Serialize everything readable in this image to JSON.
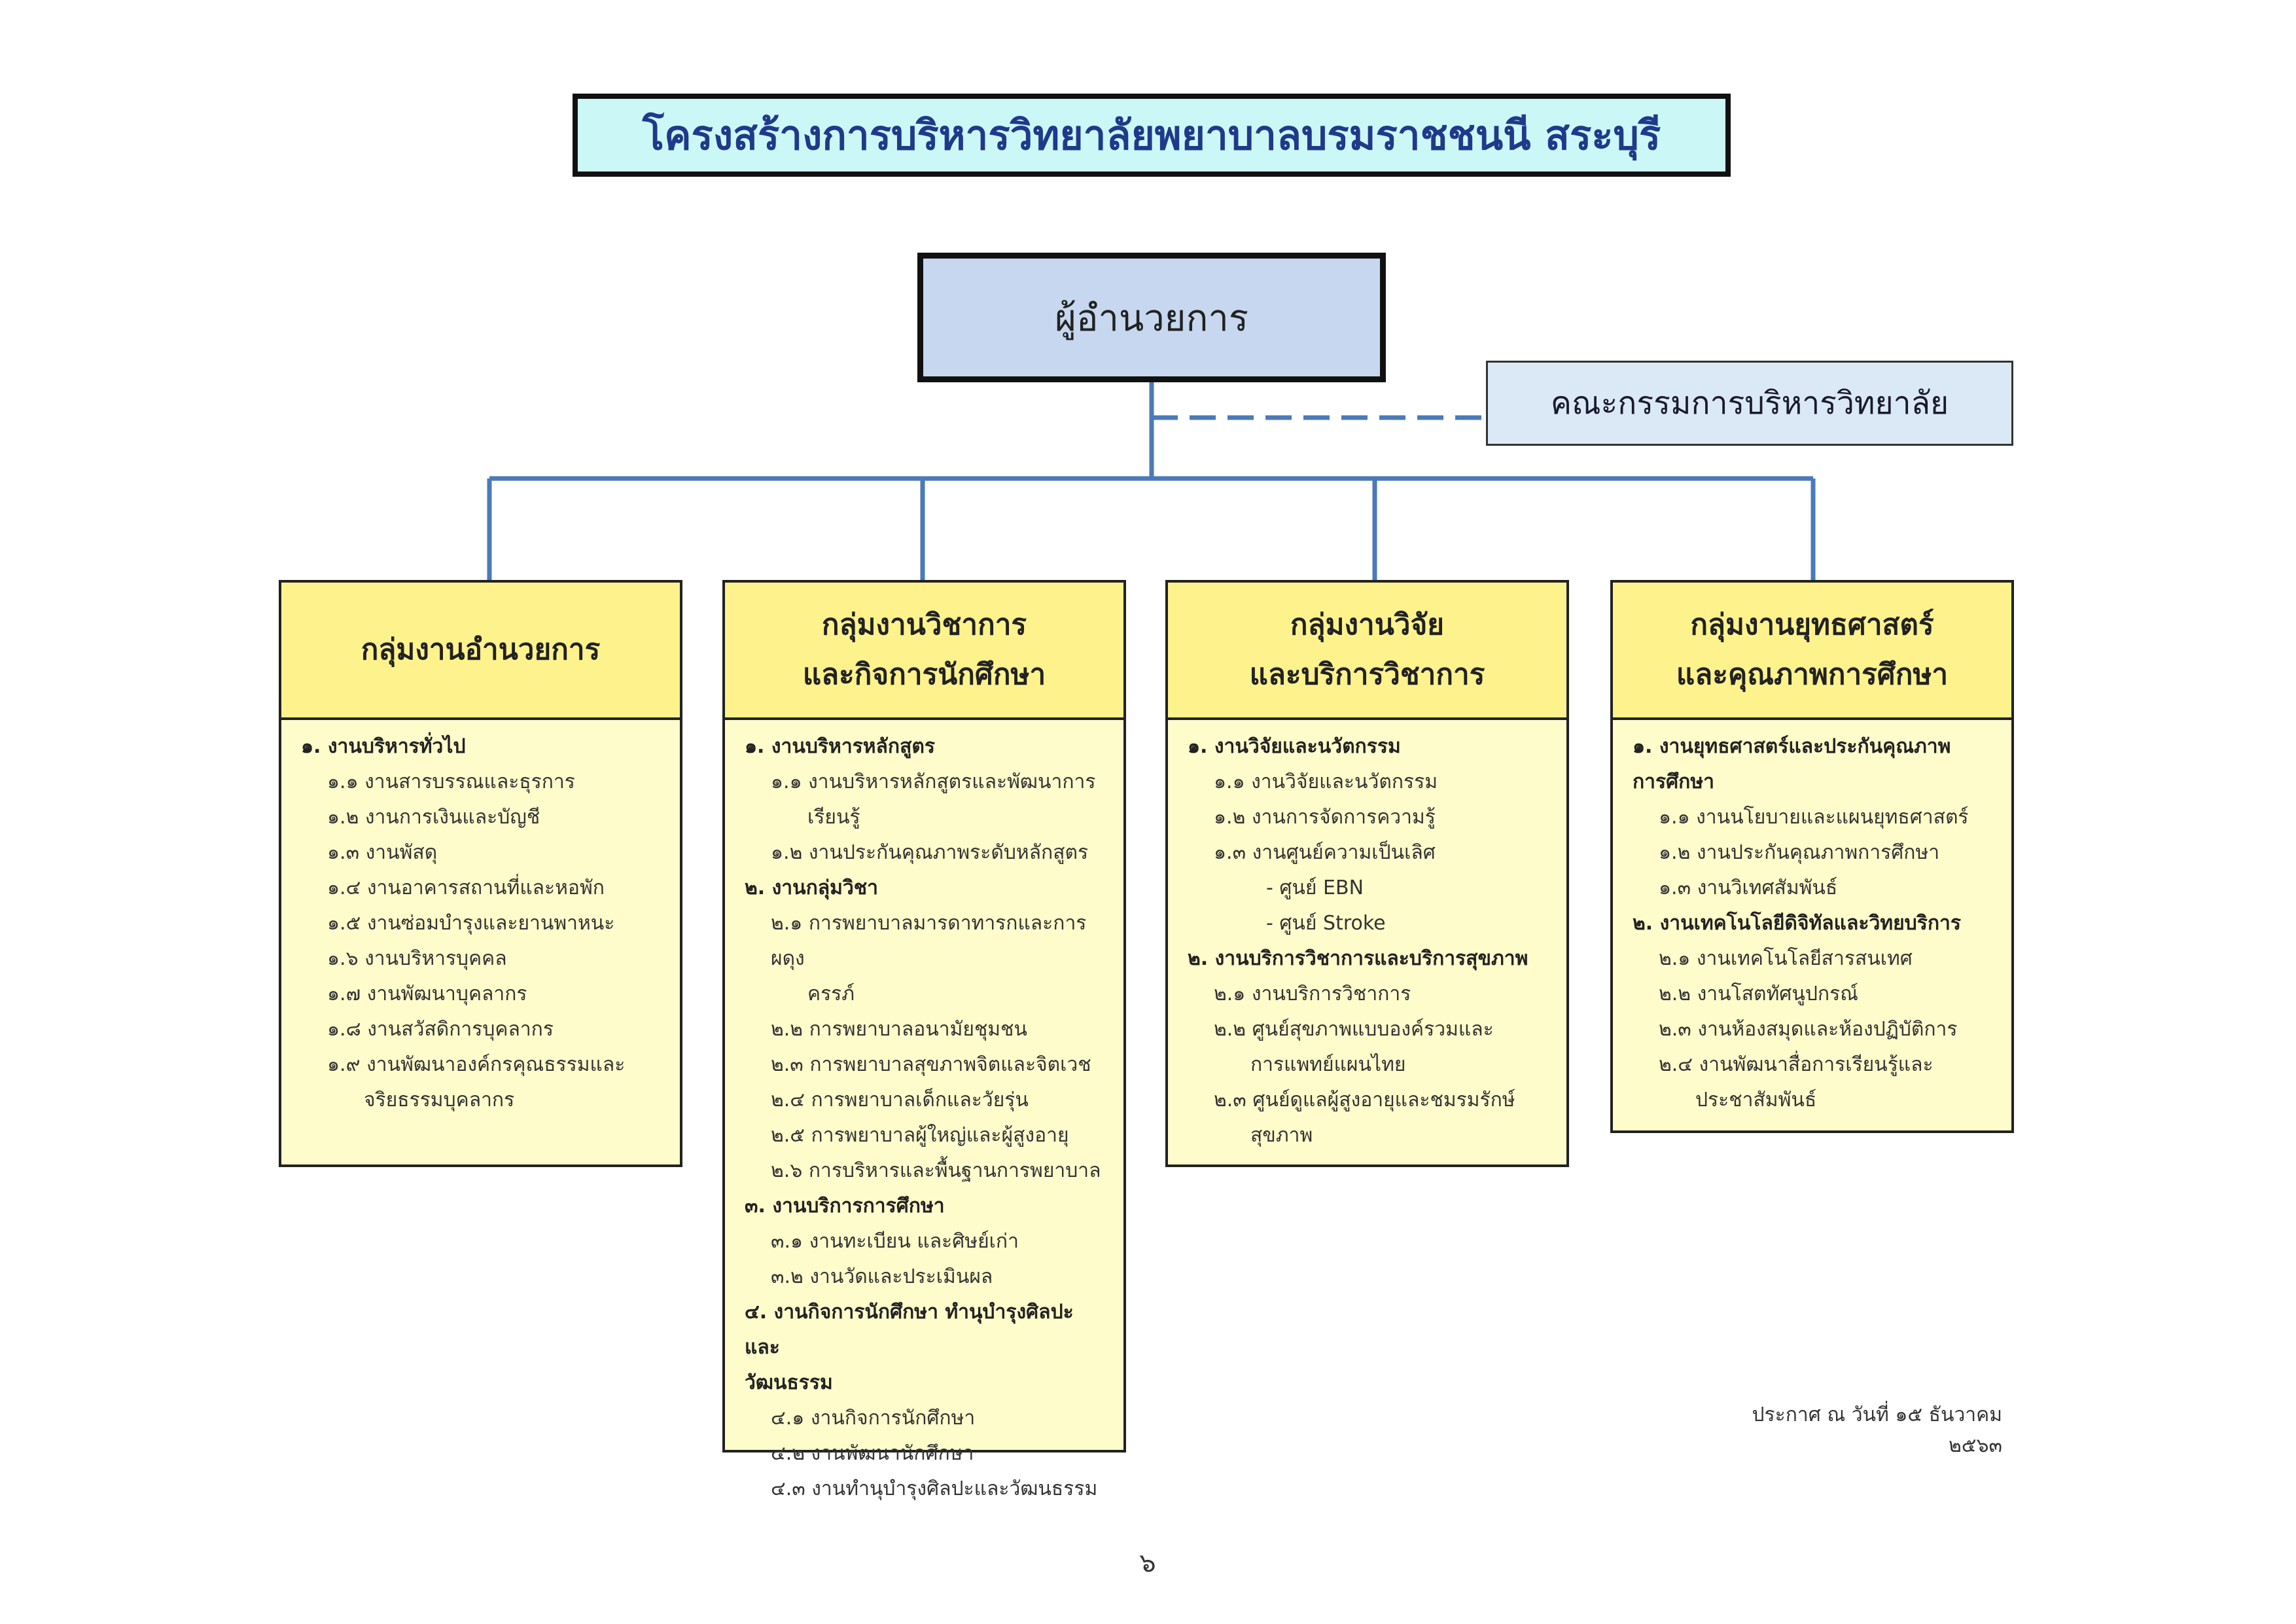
{
  "title": "โครงสร้างการบริหารวิทยาลัยพยาบาลบรมราชชนนี สระบุรี",
  "director": "ผู้อำนวยการ",
  "committee": "คณะกรรมการบริหารวิทยาลัย",
  "groups": [
    {
      "heading": [
        "กลุ่มงานอำนวยการ"
      ],
      "items": [
        {
          "level": 1,
          "text": "๑. งานบริหารทั่วไป"
        },
        {
          "level": 2,
          "text": "๑.๑ งานสารบรรณและธุรการ"
        },
        {
          "level": 2,
          "text": "๑.๒ งานการเงินและบัญชี"
        },
        {
          "level": 2,
          "text": "๑.๓ งานพัสดุ"
        },
        {
          "level": 2,
          "text": "๑.๔ งานอาคารสถานที่และหอพัก"
        },
        {
          "level": 2,
          "text": "๑.๕ งานซ่อมบำรุงและยานพาหนะ"
        },
        {
          "level": 2,
          "text": "๑.๖ งานบริหารบุคคล"
        },
        {
          "level": 2,
          "text": "๑.๗ งานพัฒนาบุคลากร"
        },
        {
          "level": 2,
          "text": "๑.๘ งานสวัสดิการบุคลากร"
        },
        {
          "level": 2,
          "text": "๑.๙ งานพัฒนาองค์กรคุณธรรมและ",
          "cont": "จริยธรรมบุคลากร"
        }
      ]
    },
    {
      "heading": [
        "กลุ่มงานวิชาการ",
        "และกิจการนักศึกษา"
      ],
      "items": [
        {
          "level": 1,
          "text": "๑. งานบริหารหลักสูตร"
        },
        {
          "level": 2,
          "text": "๑.๑ งานบริหารหลักสูตรและพัฒนาการ",
          "cont": "เรียนรู้"
        },
        {
          "level": 2,
          "text": "๑.๒ งานประกันคุณภาพระดับหลักสูตร"
        },
        {
          "level": 1,
          "text": "๒. งานกลุ่มวิชา"
        },
        {
          "level": 2,
          "text": "๒.๑ การพยาบาลมารดาทารกและการผดุง",
          "cont": "ครรภ์"
        },
        {
          "level": 2,
          "text": "๒.๒ การพยาบาลอนามัยชุมชน"
        },
        {
          "level": 2,
          "text": "๒.๓ การพยาบาลสุขภาพจิตและจิตเวช"
        },
        {
          "level": 2,
          "text": "๒.๔ การพยาบาลเด็กและวัยรุ่น"
        },
        {
          "level": 2,
          "text": "๒.๕ การพยาบาลผู้ใหญ่และผู้สูงอายุ"
        },
        {
          "level": 2,
          "text": "๒.๖ การบริหารและพื้นฐานการพยาบาล"
        },
        {
          "level": 1,
          "text": "๓. งานบริการการศึกษา"
        },
        {
          "level": 2,
          "text": "๓.๑ งานทะเบียน และศิษย์เก่า"
        },
        {
          "level": 2,
          "text": "๓.๒ งานวัดและประเมินผล"
        },
        {
          "level": 1,
          "text": "๔. งานกิจการนักศึกษา ทำนุบำรุงศิลปะและ"
        },
        {
          "level": 1,
          "text": "วัฒนธรรม"
        },
        {
          "level": 2,
          "text": "๔.๑ งานกิจการนักศึกษา"
        },
        {
          "level": 2,
          "text": "๔.๒ งานพัฒนานักศึกษา"
        },
        {
          "level": 2,
          "text": "๔.๓ งานทำนุบำรุงศิลปะและวัฒนธรรม"
        }
      ]
    },
    {
      "heading": [
        "กลุ่มงานวิจัย",
        "และบริการวิชาการ"
      ],
      "items": [
        {
          "level": 1,
          "text": "๑. งานวิจัยและนวัตกรรม"
        },
        {
          "level": 2,
          "text": "๑.๑ งานวิจัยและนวัตกรรม"
        },
        {
          "level": 2,
          "text": "๑.๒ งานการจัดการความรู้"
        },
        {
          "level": 2,
          "text": "๑.๓ งานศูนย์ความเป็นเลิศ"
        },
        {
          "level": 3,
          "text": "- ศูนย์ EBN"
        },
        {
          "level": 3,
          "text": "- ศูนย์ Stroke"
        },
        {
          "level": 1,
          "text": "๒. งานบริการวิชาการและบริการสุขภาพ"
        },
        {
          "level": 2,
          "text": "๒.๑ งานบริการวิชาการ"
        },
        {
          "level": 2,
          "text": "๒.๒ ศูนย์สุขภาพแบบองค์รวมและ",
          "cont": "การแพทย์แผนไทย"
        },
        {
          "level": 2,
          "text": "๒.๓ ศูนย์ดูแลผู้สูงอายุและชมรมรักษ์",
          "cont": "สุขภาพ"
        }
      ]
    },
    {
      "heading": [
        "กลุ่มงานยุทธศาสตร์",
        "และคุณภาพการศึกษา"
      ],
      "items": [
        {
          "level": 1,
          "text": "๑. งานยุทธศาสตร์และประกันคุณภาพ"
        },
        {
          "level": 1,
          "text": "การศึกษา"
        },
        {
          "level": 2,
          "text": "๑.๑ งานนโยบายและแผนยุทธศาสตร์"
        },
        {
          "level": 2,
          "text": "๑.๒ งานประกันคุณภาพการศึกษา"
        },
        {
          "level": 2,
          "text": "๑.๓ งานวิเทศสัมพันธ์"
        },
        {
          "level": 1,
          "text": "๒. งานเทคโนโลยีดิจิทัลและวิทยบริการ"
        },
        {
          "level": 2,
          "text": "๒.๑ งานเทคโนโลยีสารสนเทศ"
        },
        {
          "level": 2,
          "text": "๒.๒ งานโสตทัศนูปกรณ์"
        },
        {
          "level": 2,
          "text": "๒.๓ งานห้องสมุดและห้องปฏิบัติการ"
        },
        {
          "level": 2,
          "text": "๒.๔ งานพัฒนาสื่อการเรียนรู้และ",
          "cont": "ประชาสัมพันธ์"
        }
      ]
    }
  ],
  "announcement": "ประกาศ ณ วันที่ ๑๕ ธันวาคม ๒๕๖๓",
  "page_number": "๖"
}
